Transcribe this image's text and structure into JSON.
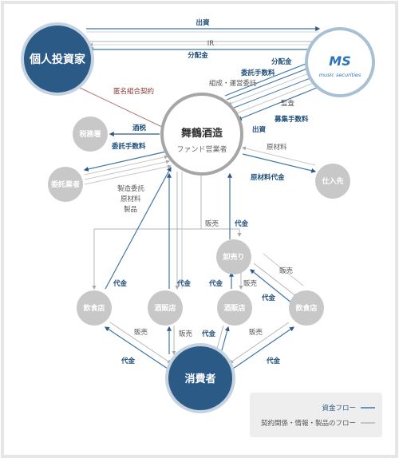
{
  "nodes": {
    "individual_investor": "個人投資家",
    "music_securities_logo": "MS",
    "music_securities_sub": "music securities",
    "maizuru_title": "舞鶴酒造",
    "maizuru_sub": "ファンド営業者",
    "tax_office": "税務署",
    "contractor": "委託業者",
    "supplier": "仕入先",
    "wholesale": "卸売り",
    "restaurant1": "飲食店",
    "liquor_store1": "酒販店",
    "liquor_store2": "酒販店",
    "restaurant2": "飲食店",
    "consumer": "消費者"
  },
  "labels": {
    "investment": "出資",
    "ir": "IR",
    "dividend_top": "分配金",
    "anonymous_partnership": "匿名組合契約",
    "dividend_ms": "分配金",
    "commission_ms": "委託手数料",
    "organize_operate": "組成・運営委託",
    "audit": "監査",
    "investment_ms": "出資",
    "fundraising_fee": "募集手数料",
    "liquor_tax": "酒税",
    "commission_contractor": "委託手数料",
    "manufacturing_consign": "製造委託",
    "raw_material_contractor": "原材料",
    "products": "製品",
    "raw_material_supplier": "原材料",
    "raw_material_cost": "原材料代金",
    "sales_top": "販売",
    "payment_top": "代金",
    "payment_r1": "代金",
    "payment_l1": "代金",
    "payment_w1": "代金",
    "sales_w1": "販売",
    "sales_w2": "販売",
    "payment_w2": "代金",
    "sales_c1": "販売",
    "payment_c1": "代金",
    "sales_c2": "販売",
    "payment_c2": "代金",
    "sales_c3": "販売",
    "payment_c3": "代金"
  },
  "legend": {
    "money_flow": "資金フロー",
    "contract_flow": "契約関係・情報・製品のフロー"
  },
  "colors": {
    "navy": "#2b5a86",
    "blue_line": "#3f76a8",
    "gray_line": "#b5b5b5",
    "node_gray": "#c8c8c8",
    "maroon": "#b07a7a"
  }
}
